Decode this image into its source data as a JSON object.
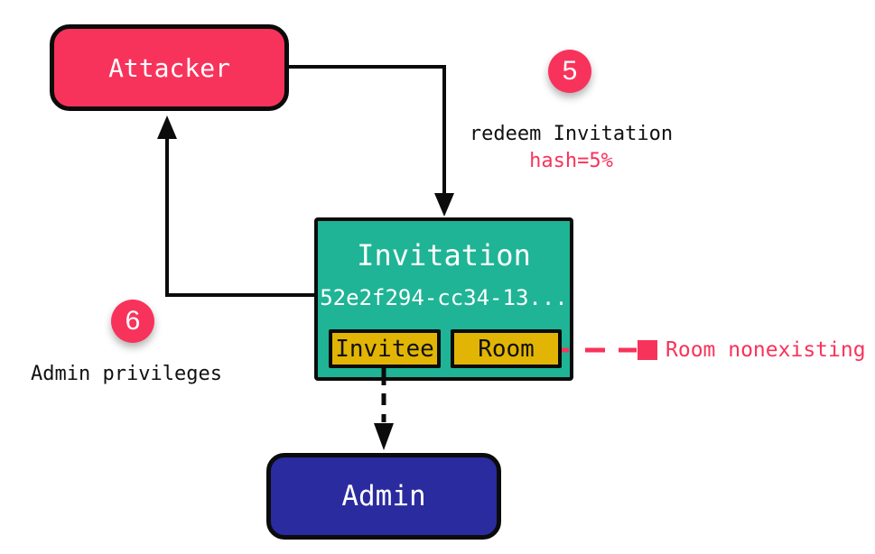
{
  "colors": {
    "accent": "#f8335b",
    "entity_teal": "#1fb495",
    "attr_gold": "#e2b505",
    "admin_blue": "#2a2b9f",
    "line_black": "#0b0b0b",
    "canvas_bg": "#ffffff"
  },
  "nodes": {
    "attacker": {
      "label": "Attacker"
    },
    "invitation": {
      "title": "Invitation",
      "id": "52e2f294-cc34-13...",
      "attributes": [
        {
          "label": "Invitee"
        },
        {
          "label": "Room"
        }
      ]
    },
    "admin": {
      "label": "Admin"
    }
  },
  "annotations": {
    "step5": {
      "badge": "5",
      "action": "redeem Invitation",
      "detail": "hash=5%"
    },
    "step6": {
      "badge": "6",
      "label": "Admin privileges"
    },
    "room_note": {
      "label": "Room nonexisting"
    }
  }
}
